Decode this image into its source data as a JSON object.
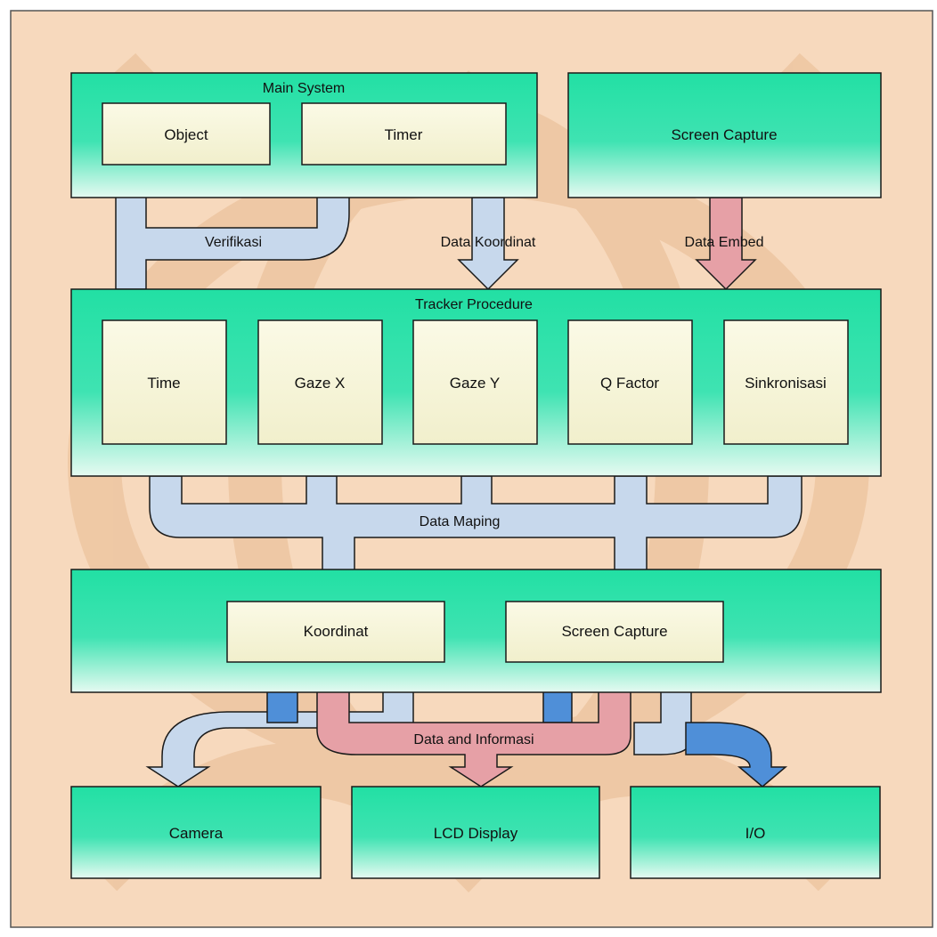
{
  "colors": {
    "background": "#f7d9bd",
    "watermark": "#e8b990",
    "panel_top": "#22e0a4",
    "panel_bottom": "#dcf7ec",
    "inner_box": "#f8f6dc",
    "arrow_blue_light": "#c7d8ec",
    "arrow_blue_dark": "#4f8fd8",
    "arrow_pink": "#e6a0a6",
    "stroke": "#1a1a1a"
  },
  "main_system": {
    "title": "Main System",
    "object": "Object",
    "timer": "Timer"
  },
  "screen_capture_top": "Screen Capture",
  "connectors": {
    "verifikasi": "Verifikasi",
    "data_koordinat": "Data Koordinat",
    "data_embed": "Data Embed",
    "data_maping": "Data Maping",
    "data_and_informasi": "Data and Informasi"
  },
  "tracker": {
    "title": "Tracker Procedure",
    "items": [
      "Time",
      "Gaze X",
      "Gaze Y",
      "Q Factor",
      "Sinkronisasi"
    ]
  },
  "mapping": {
    "koordinat": "Koordinat",
    "screen_capture": "Screen Capture"
  },
  "outputs": [
    "Camera",
    "LCD Display",
    "I/O"
  ]
}
